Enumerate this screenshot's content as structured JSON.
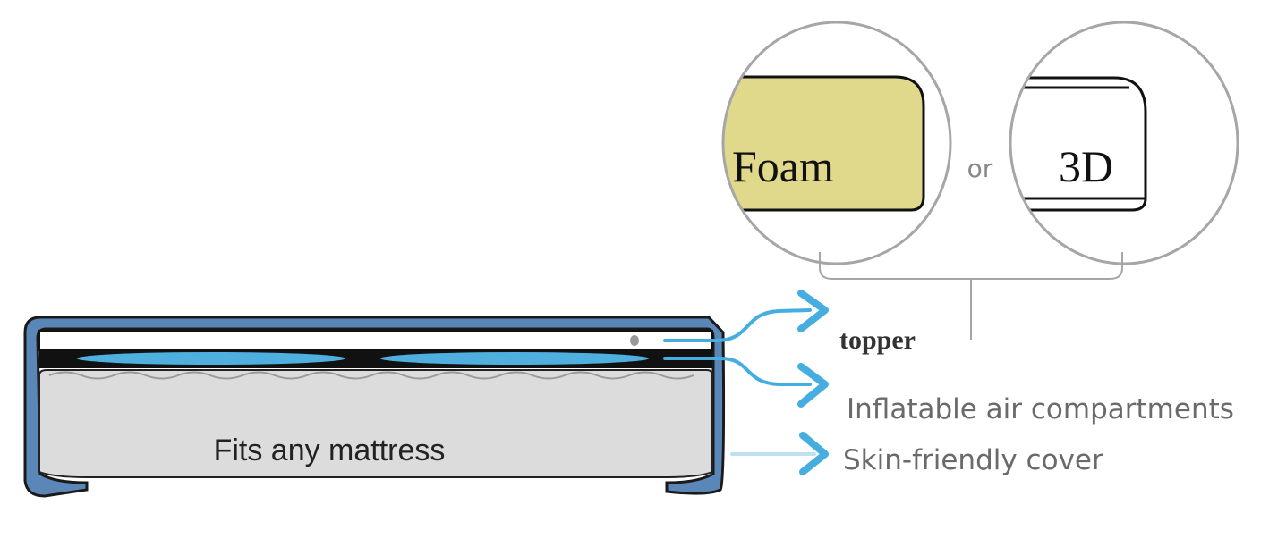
{
  "mattress": {
    "label": "Fits any mattress"
  },
  "callouts": {
    "topper": "topper",
    "air": "Inflatable air compartments",
    "cover": "Skin-friendly cover"
  },
  "options": {
    "foam": "Foam",
    "separator": "or",
    "three_d": "3D"
  },
  "colors": {
    "frame_blue": "#5b86b8",
    "air_blue": "#4fb0e0",
    "arrow_blue": "#45ade0",
    "foam_yellow": "#e0d88a",
    "mattress_gray": "#dcdcdc",
    "circle_gray": "#a6a6a6"
  }
}
